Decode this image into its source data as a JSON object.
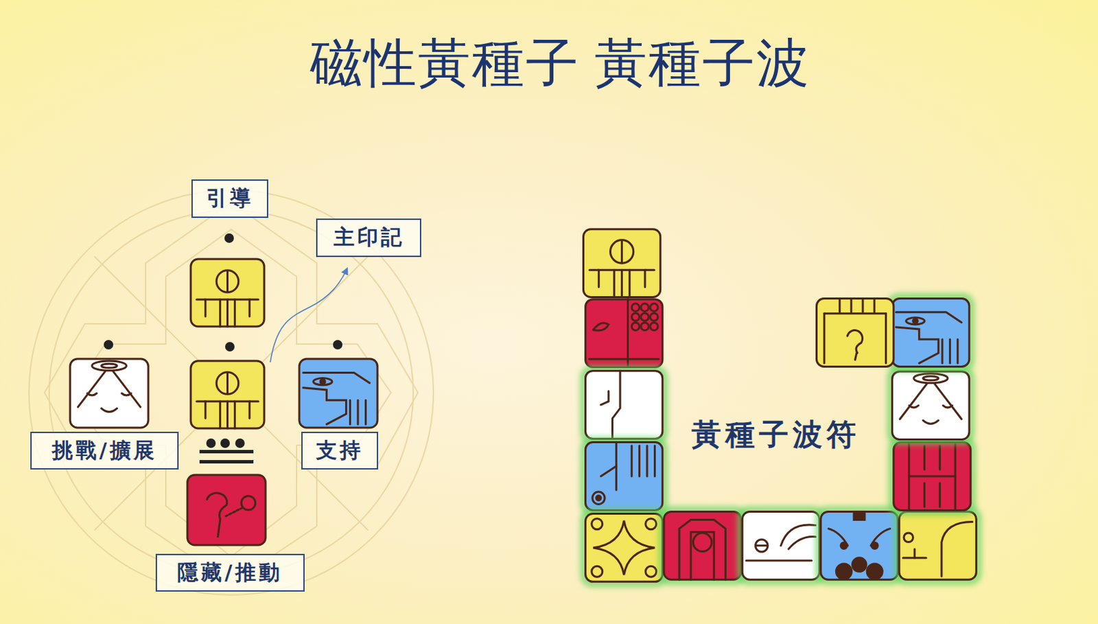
{
  "diagram": {
    "title": "磁性黃種子  黃種子波",
    "nodes": [
      {
        "text": [
          "引導"
        ]
      },
      {
        "text": [
          "主印記"
        ]
      },
      {
        "text": [
          "挑戰/擴展"
        ]
      },
      {
        "text": [
          "支持"
        ]
      },
      {
        "text": [
          "隱藏/推動"
        ]
      }
    ],
    "labels": [
      "黃種子波符"
    ]
  }
}
